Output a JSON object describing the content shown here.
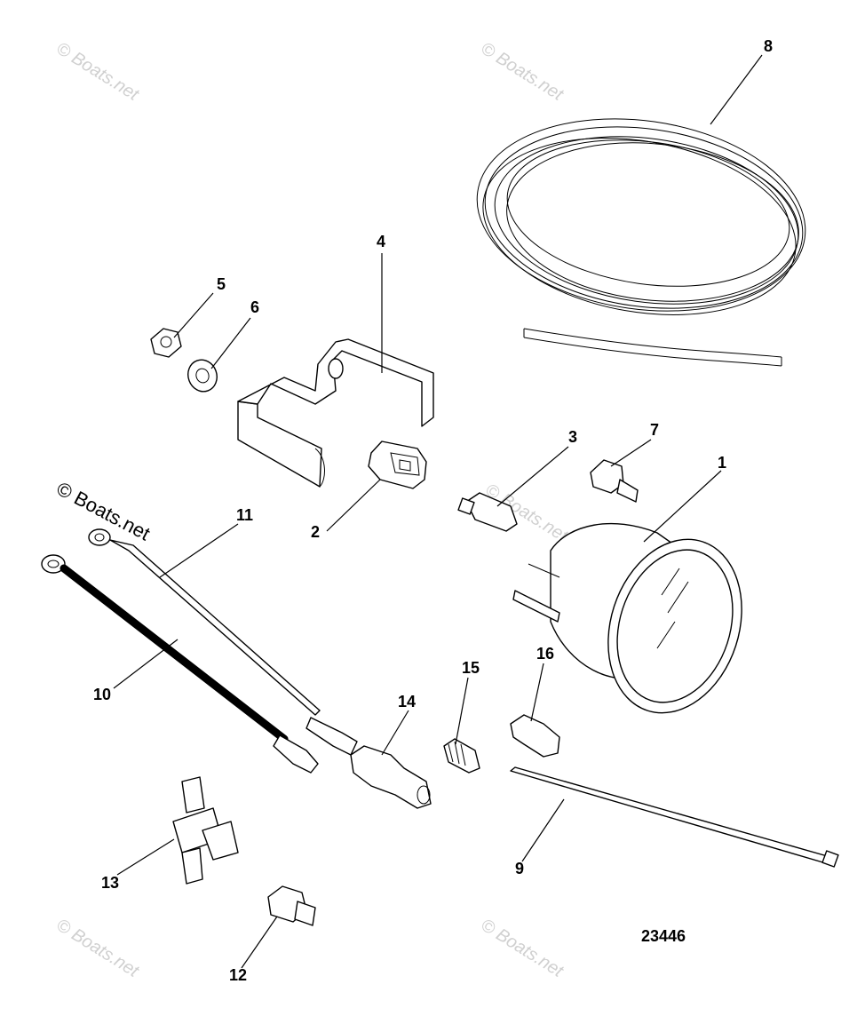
{
  "callouts": {
    "c1": "1",
    "c2": "2",
    "c3": "3",
    "c4": "4",
    "c5": "5",
    "c6": "6",
    "c7": "7",
    "c8": "8",
    "c9": "9",
    "c10": "10",
    "c11": "11",
    "c12": "12",
    "c13": "13",
    "c14": "14",
    "c15": "15",
    "c16": "16"
  },
  "figure_number": "23446",
  "watermark": {
    "text": "© Boats.net"
  }
}
